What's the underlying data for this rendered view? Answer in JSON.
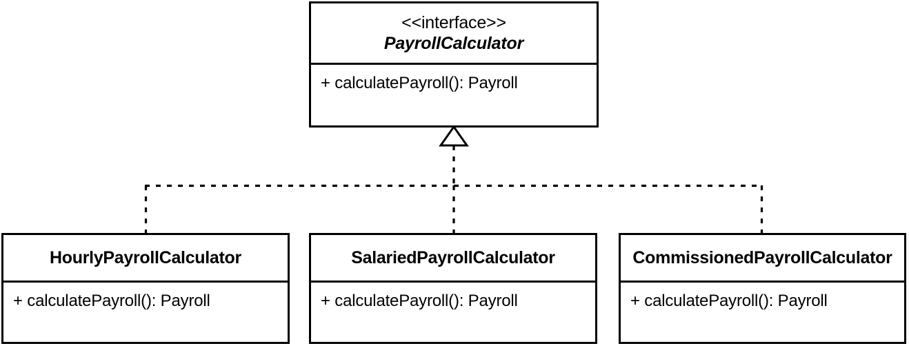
{
  "diagram": {
    "type": "uml-class-diagram",
    "relationship": "realization",
    "colors": {
      "stroke": "#000000",
      "fill": "#ffffff",
      "text": "#000000"
    },
    "interface": {
      "stereotype": "<<interface>>",
      "name": "PayrollCalculator",
      "members": [
        "+ calculatePayroll(): Payroll"
      ]
    },
    "implementors": [
      {
        "name": "HourlyPayrollCalculator",
        "members": [
          "+ calculatePayroll(): Payroll"
        ]
      },
      {
        "name": "SalariedPayrollCalculator",
        "members": [
          "+ calculatePayroll(): Payroll"
        ]
      },
      {
        "name": "CommissionedPayrollCalculator",
        "members": [
          "+ calculatePayroll(): Payroll"
        ]
      }
    ],
    "connector": {
      "arrow_head": "hollow-triangle",
      "line_style": "dashed"
    }
  }
}
